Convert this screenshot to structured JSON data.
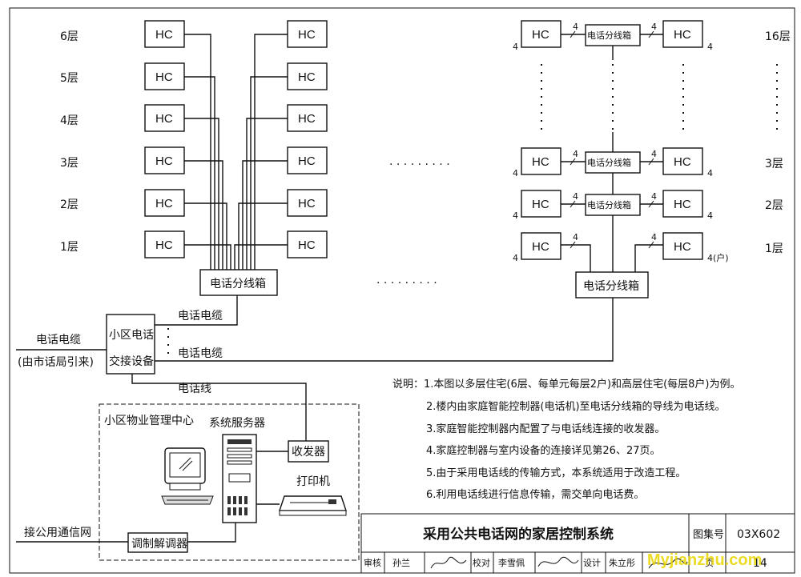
{
  "hc_label": "HC",
  "floors_left": [
    "6层",
    "5层",
    "4层",
    "3层",
    "2层",
    "1层"
  ],
  "floors_right": [
    "16层",
    "3层",
    "2层",
    "1层"
  ],
  "distribution_box": "电话分线箱",
  "wire_count": "4",
  "household_count": "4(户)",
  "ellipsis": "· · · · · · · · ·",
  "cable_1": "电话电缆",
  "cable_2": "电话电缆",
  "phone_line": "电话线",
  "external_cable": "电话电缆",
  "external_source": "(由市话局引来)",
  "exchange_line1": "小区电话",
  "exchange_line2": "交接设备",
  "mgmt_center": "小区物业管理中心",
  "server": "系统服务器",
  "transceiver": "收发器",
  "printer": "打印机",
  "modem": "调制解调器",
  "public_network": "接公用通信网",
  "notes": [
    "说明：1.本图以多层住宅(6层、每单元每层2户)和高层住宅(每层8户)为例。",
    "2.楼内由家庭智能控制器(电话机)至电话分线箱的导线为电话线。",
    "3.家庭智能控制器内配置了与电话线连接的收发器。",
    "4.家庭控制器与室内设备的连接详见第26、27页。",
    "5.由于采用电话线的传输方式，本系统适用于改造工程。",
    "6.利用电话线进行信息传输，需交单向电话费。"
  ],
  "title_block": {
    "title": "采用公共电话网的家居控制系统",
    "atlas_label": "图集号",
    "atlas_no": "03X602",
    "review_label": "审核",
    "reviewer": "孙兰",
    "check_label": "校对",
    "checker": "李雪佩",
    "design_label": "设计",
    "designer": "朱立彤",
    "page_label": "页",
    "page_no": "14",
    "watermark": "Myjianzhu.com"
  }
}
